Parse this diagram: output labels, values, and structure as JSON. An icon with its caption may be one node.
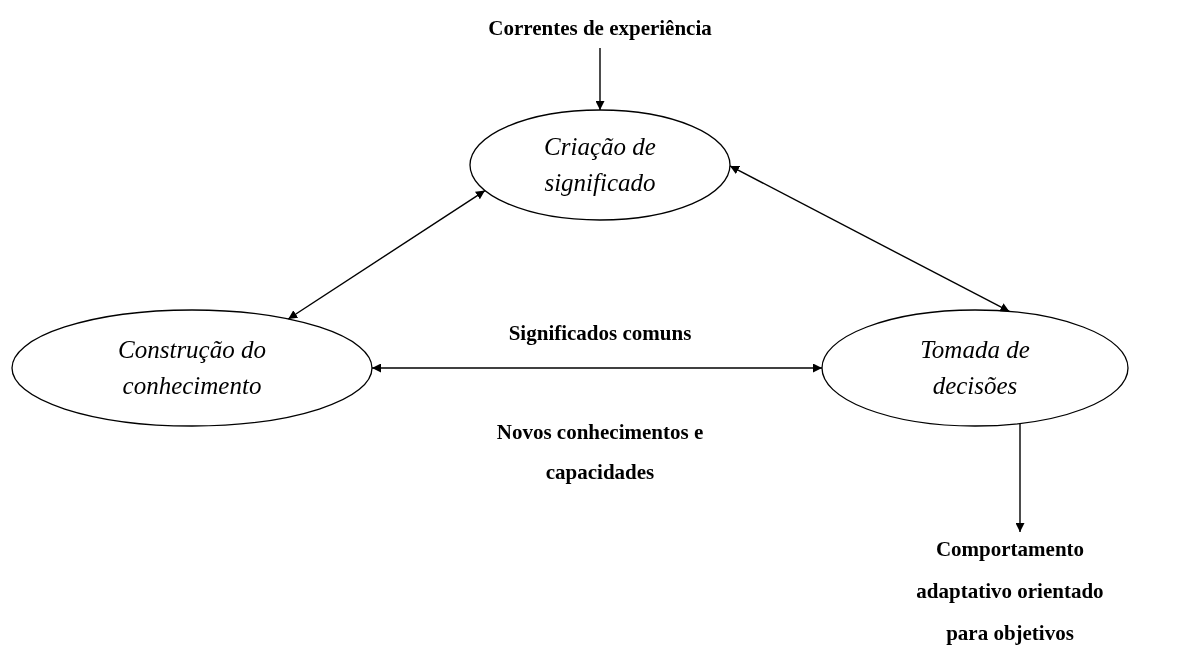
{
  "diagram": {
    "nodes": [
      {
        "text": [
          "Correntes de experiência"
        ]
      },
      {
        "text": [
          "Criação de significado"
        ]
      },
      {
        "text": [
          "Construção do conhecimento"
        ]
      },
      {
        "text": [
          "Tomada de decisões"
        ]
      },
      {
        "text": [
          "Comportamento adaptativo orientado para objetivos"
        ]
      }
    ],
    "edges": [
      {
        "from": 0,
        "to": 1,
        "arrow": "to"
      },
      {
        "from": 1,
        "to": 2,
        "arrow": "both"
      },
      {
        "from": 1,
        "to": 3,
        "arrow": "both"
      },
      {
        "from": 2,
        "to": 3,
        "arrow": "both",
        "label": "Significados comuns"
      },
      {
        "from": 3,
        "to": 4,
        "arrow": "to"
      }
    ],
    "labels": [
      "Novos conhecimentos e capacidades"
    ]
  }
}
